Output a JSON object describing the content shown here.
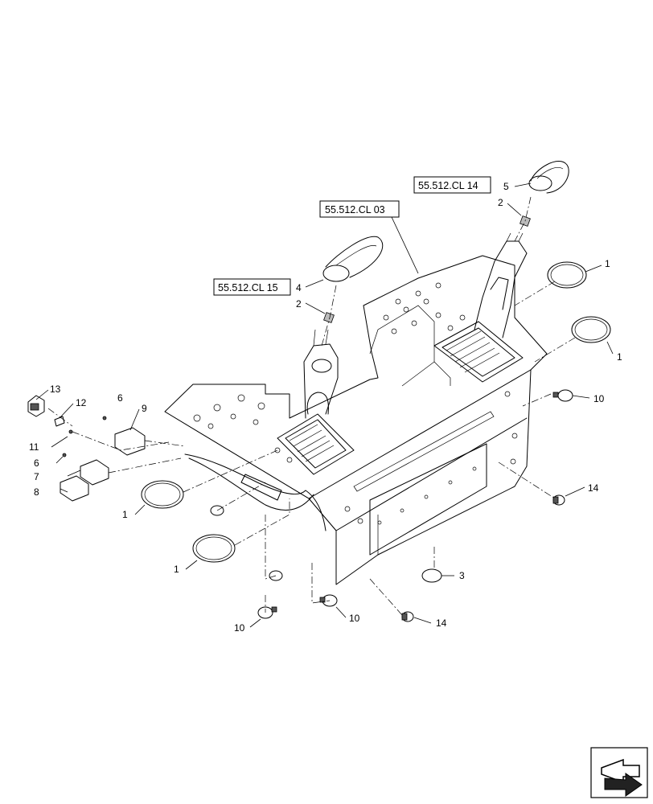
{
  "diagram": {
    "references": [
      {
        "id": "ref-cl14",
        "text": "55.512.CL 14"
      },
      {
        "id": "ref-cl03",
        "text": "55.512.CL 03"
      },
      {
        "id": "ref-cl15",
        "text": "55.512.CL 15"
      }
    ],
    "callouts": [
      {
        "id": "c-5",
        "text": "5"
      },
      {
        "id": "c-2a",
        "text": "2"
      },
      {
        "id": "c-1a",
        "text": "1"
      },
      {
        "id": "c-4",
        "text": "4"
      },
      {
        "id": "c-2b",
        "text": "2"
      },
      {
        "id": "c-1b",
        "text": "1"
      },
      {
        "id": "c-10a",
        "text": "10"
      },
      {
        "id": "c-13",
        "text": "13"
      },
      {
        "id": "c-12",
        "text": "12"
      },
      {
        "id": "c-6a",
        "text": "6"
      },
      {
        "id": "c-9",
        "text": "9"
      },
      {
        "id": "c-11",
        "text": "11"
      },
      {
        "id": "c-6b",
        "text": "6"
      },
      {
        "id": "c-7",
        "text": "7"
      },
      {
        "id": "c-8",
        "text": "8"
      },
      {
        "id": "c-1c",
        "text": "1"
      },
      {
        "id": "c-14a",
        "text": "14"
      },
      {
        "id": "c-1d",
        "text": "1"
      },
      {
        "id": "c-3",
        "text": "3"
      },
      {
        "id": "c-10b",
        "text": "10"
      },
      {
        "id": "c-10c",
        "text": "10"
      },
      {
        "id": "c-14b",
        "text": "14"
      }
    ],
    "icon": "navigation-arrow-icon"
  }
}
